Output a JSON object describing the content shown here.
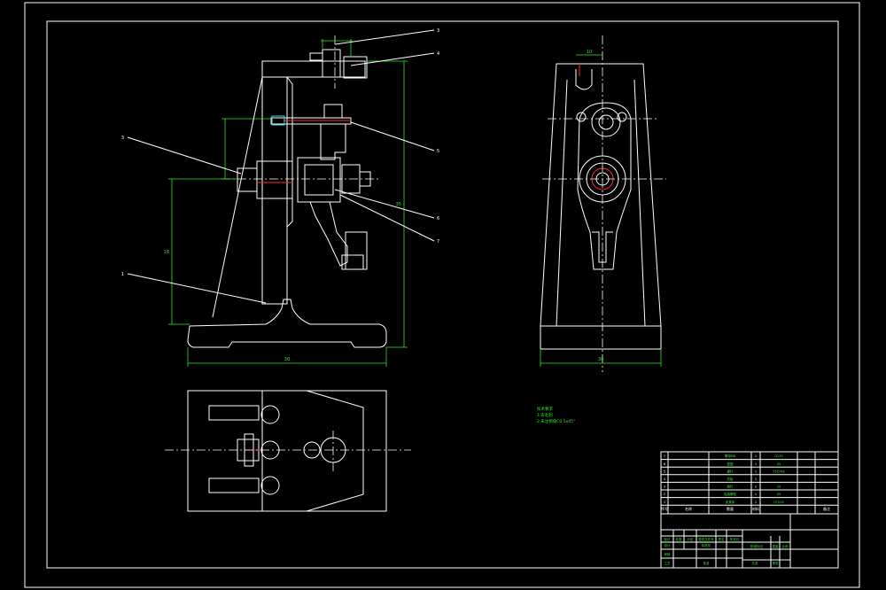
{
  "colors": {
    "background": "#000000",
    "lines": "#ffffff",
    "dimensions": "#2ee82e",
    "highlight": "#ff2a2a",
    "hole": "#35d6e8"
  },
  "front_view": {
    "leaders": [
      "3",
      "4",
      "5",
      "3",
      "6",
      "7",
      "1"
    ],
    "dims": {
      "overall_width": "30",
      "overall_height": "35",
      "slot_height": "18"
    }
  },
  "side_view": {
    "dims": {
      "base_width": "30",
      "top_slot": "10"
    }
  },
  "notes": {
    "title": "技术要求",
    "lines": [
      "1.去毛刺",
      "2.未注倒角C0.5x45°"
    ]
  },
  "title_block": {
    "parts": [
      {
        "no": "7",
        "name": "螺母M8",
        "qty": "1",
        "material": "Q235"
      },
      {
        "no": "6",
        "name": "垫圈",
        "qty": "1",
        "material": "45"
      },
      {
        "no": "5",
        "name": "螺杆",
        "qty": "1",
        "material": "35CrMo"
      },
      {
        "no": "4",
        "name": "压板",
        "qty": "1",
        "material": ""
      },
      {
        "no": "3",
        "name": "销钉",
        "qty": "2",
        "material": "20"
      },
      {
        "no": "2",
        "name": "连接螺栓",
        "qty": "1",
        "material": "45"
      },
      {
        "no": "1",
        "name": "夹具体",
        "qty": "1",
        "material": "HT200"
      }
    ],
    "header": [
      "序号",
      "名称",
      "数量",
      "材料",
      "备注"
    ],
    "rows2": [
      "标记",
      "处数",
      "分区",
      "更改文件号",
      "签名",
      "年月日"
    ],
    "rows3": [
      "设计",
      "标准化",
      "阶段标记",
      "重量",
      "比例"
    ],
    "rows4": [
      "审核",
      "工艺",
      "批准",
      "共张",
      "第张"
    ]
  }
}
